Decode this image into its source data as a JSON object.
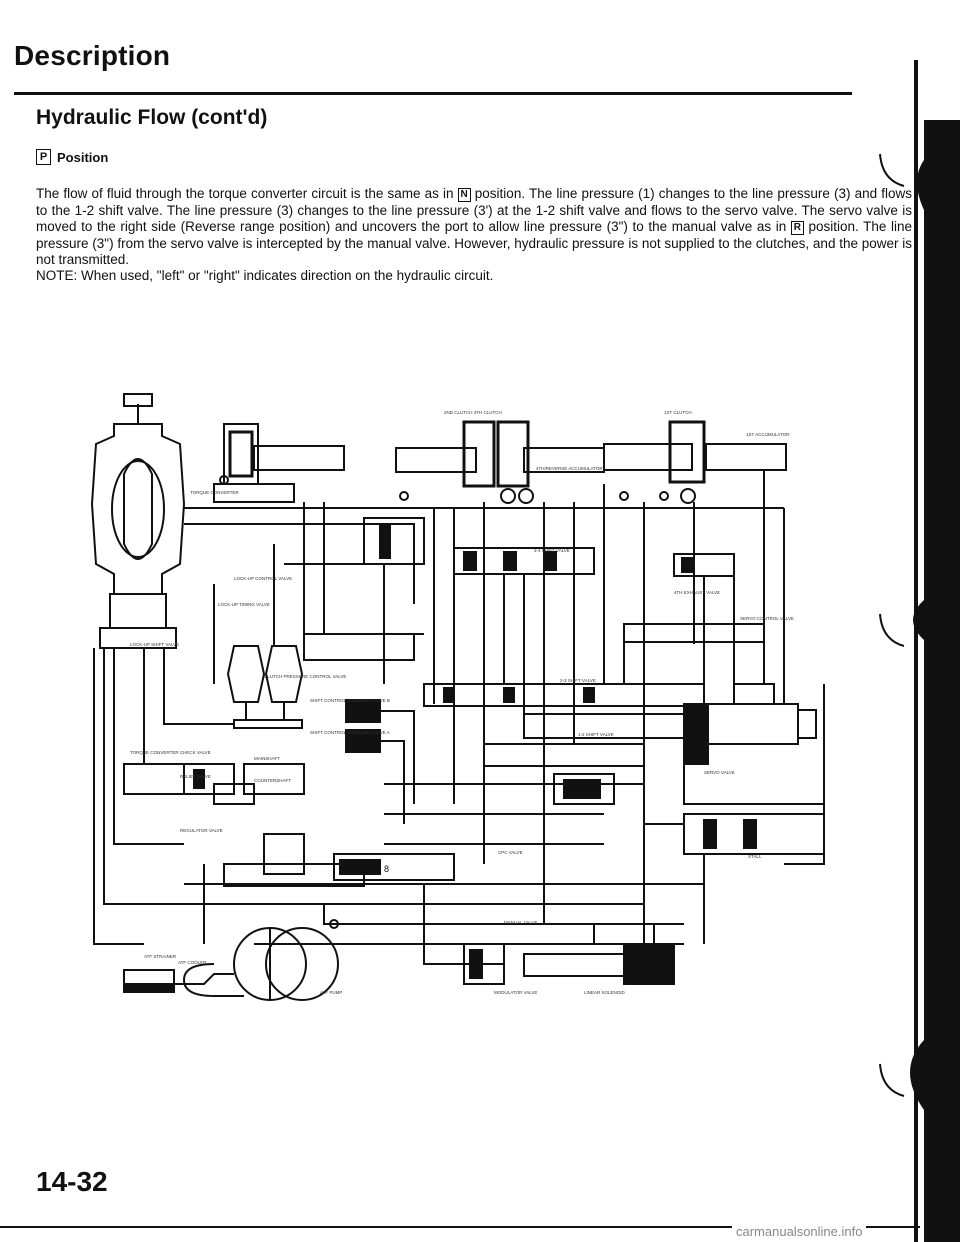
{
  "page": {
    "title": "Description",
    "section_heading": "Hydraulic Flow (cont'd)",
    "position_letter": "P",
    "position_label": "Position",
    "body_parts": [
      "The flow of fluid through the torque converter circuit is the same as in ",
      "N",
      " position. The line pressure (1) changes to the line pressure (3) and flows to the 1-2 shift valve. The line pressure (3) changes to the line pressure (3') at the 1-2 shift valve and flows to the servo valve. The servo valve is moved to the right side (Reverse range position) and uncovers the port to allow line pressure (3\") to the manual valve as in ",
      "R",
      " position. The line pressure (3\") from the servo valve is intercepted by the manual valve. However, hydraulic pressure is not supplied to the clutches, and the power is not transmitted."
    ],
    "note": "NOTE: When used, \"left\" or \"right\" indicates direction on the hydraulic circuit.",
    "page_number": "14-32",
    "watermark": "carmanualsonline.info"
  },
  "diagram_labels": {
    "clutch_2nd_4th": "2ND CLUTCH   4TH CLUTCH",
    "clutch_1st": "1ST CLUTCH",
    "accum_4th": "4TH/REVERSE ACCUMULATOR",
    "accum_1st": "1ST ACCUMULATOR",
    "torque_converter": "TORQUE CONVERTER",
    "lockup_control": "LOCK-UP CONTROL VALVE",
    "lockup_timing": "LOCK-UP TIMING VALVE",
    "lockup_shift": "LOCK-UP SHIFT VALVE",
    "cpc_valve": "CPC VALVE",
    "shift_3_4": "3-4 SHIFT VALVE",
    "shift_2_3": "2-3 SHIFT VALVE",
    "shift_1_2": "1-2 SHIFT VALVE",
    "servo_control": "SERVO CONTROL VALVE",
    "servo_valve": "SERVO VALVE",
    "sol_b": "SHIFT CONTROL SOLENOID VALVE B",
    "sol_a": "SHIFT CONTROL SOLENOID VALVE A",
    "modulator": "MODULATOR VALVE",
    "manual_valve": "MANUAL VALVE",
    "regulator": "REGULATOR VALVE",
    "relief": "RELIEF VALVE",
    "cooler": "ATF COOLER",
    "pump": "ATF PUMP",
    "strainer": "ATF STRAINER",
    "linear_sol": "LINEAR SOLENOID",
    "mainshaft": "MAINSHAFT",
    "countershaft": "COUNTERSHAFT",
    "converter_check": "TORQUE CONVERTER CHECK VALVE",
    "clutch_pressure": "CLUTCH PRESSURE CONTROL VALVE",
    "accum_4th_exh": "4TH EXHAUST VALVE",
    "stall": "STALL"
  }
}
